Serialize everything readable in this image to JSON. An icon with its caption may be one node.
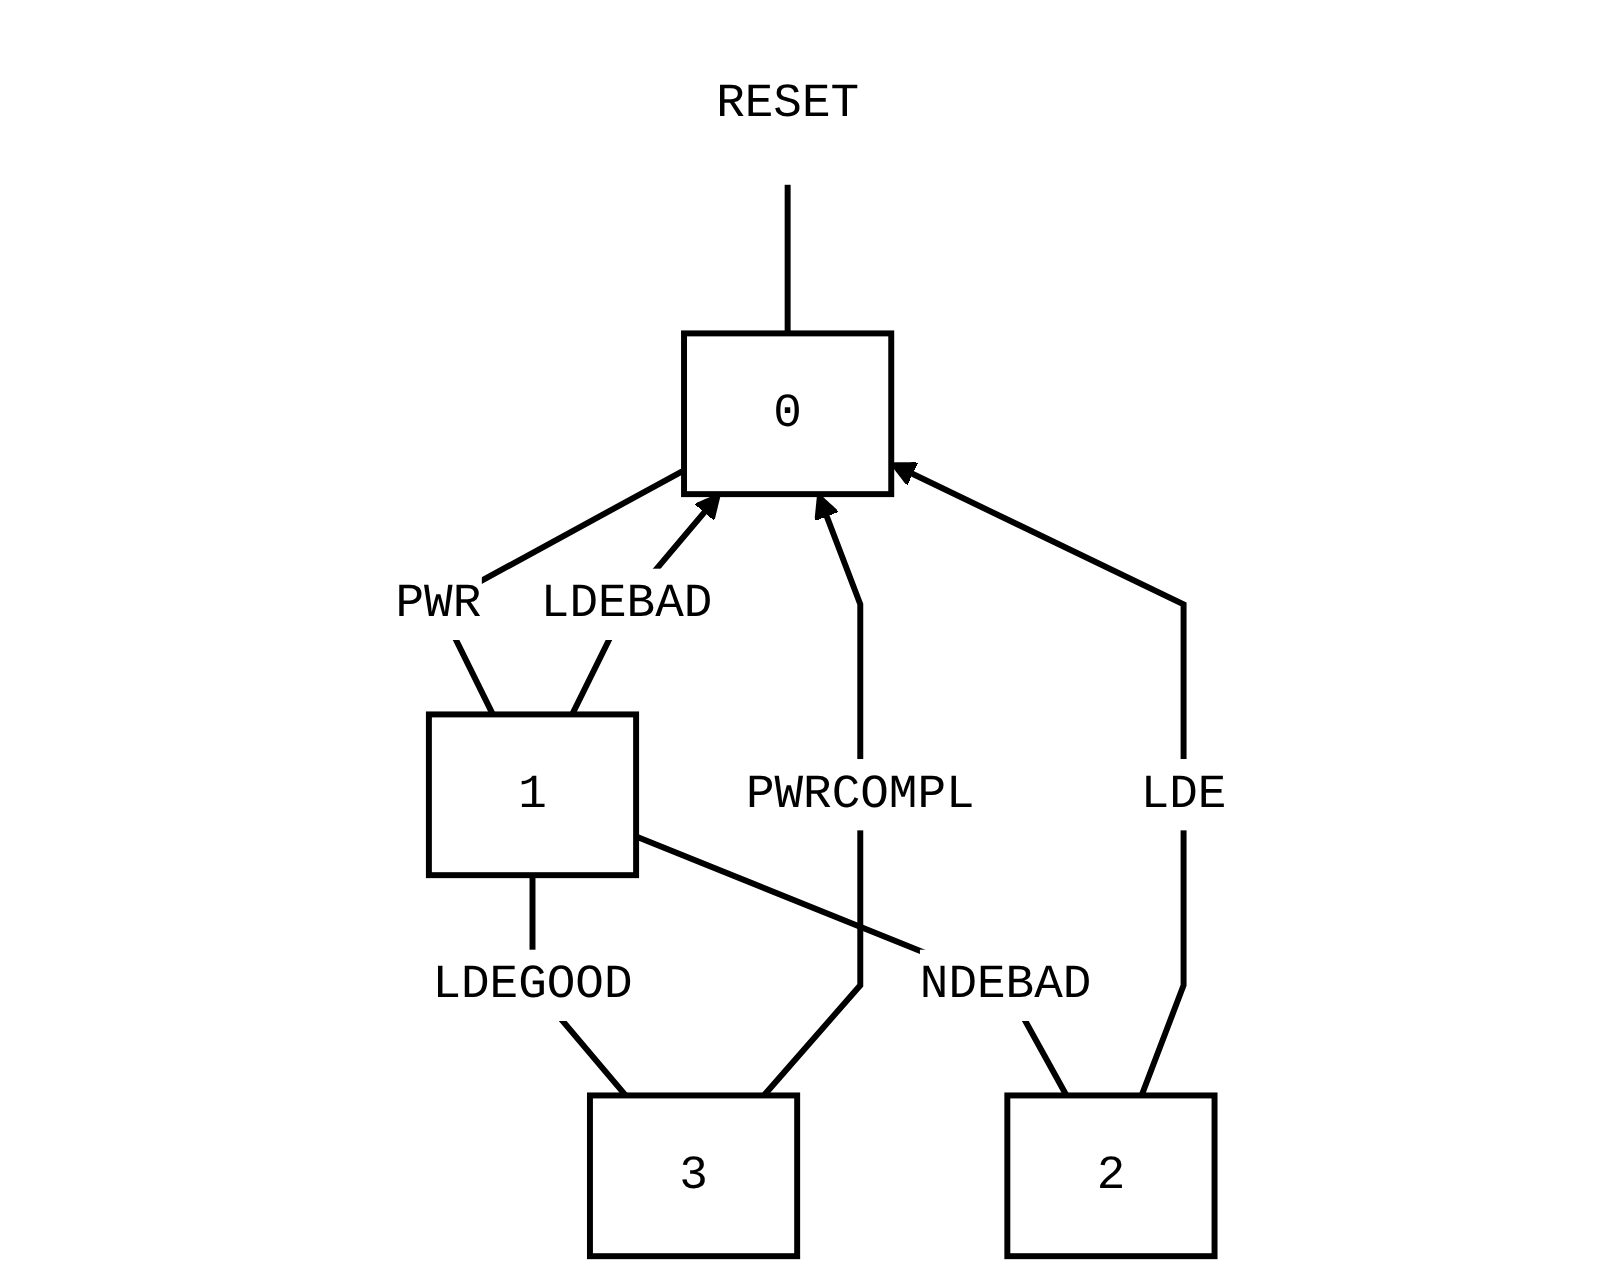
{
  "diagram": {
    "nodes": [
      {
        "text": [
          "RESET"
        ]
      },
      {
        "text": [
          "0"
        ]
      },
      {
        "text": [
          "1"
        ]
      },
      {
        "text": [
          "3"
        ]
      },
      {
        "text": [
          "2"
        ]
      }
    ],
    "edges": [
      {
        "from": 0,
        "to": 1,
        "arrow": "none"
      },
      {
        "from": 1,
        "to": 2,
        "label": "PWR",
        "arrow": "none"
      },
      {
        "from": 2,
        "to": 3,
        "label": "LDEGOOD",
        "arrow": "none"
      },
      {
        "from": 2,
        "to": 4,
        "label": "NDEBAD",
        "arrow": "none"
      },
      {
        "from": 2,
        "to": 1,
        "label": "LDEBAD",
        "arrow": "to"
      },
      {
        "from": 3,
        "to": 1,
        "label": "PWRCOMPL",
        "arrow": "to"
      },
      {
        "from": 4,
        "to": 1,
        "label": "LDE",
        "arrow": "to"
      }
    ]
  }
}
